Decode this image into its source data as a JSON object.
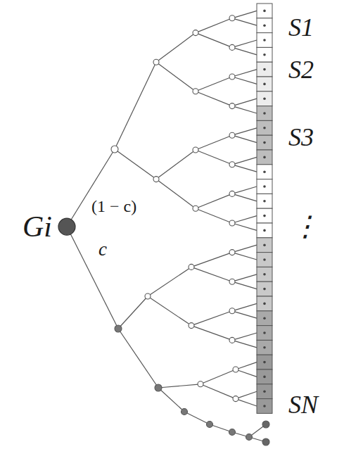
{
  "diagram": {
    "nodes": [
      {
        "text": [
          "Gi"
        ]
      }
    ],
    "labels": [
      "S1",
      "S2",
      "S3",
      "(1 − c)",
      "c",
      "⋮",
      "SN"
    ]
  }
}
